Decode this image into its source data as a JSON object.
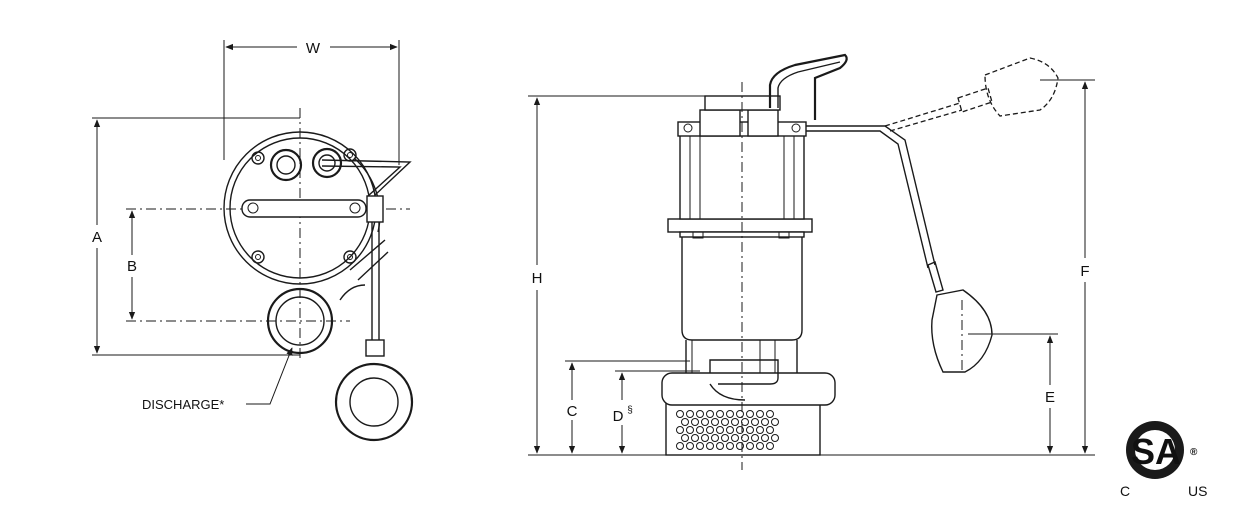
{
  "labels": {
    "w": "W",
    "a": "A",
    "b": "B",
    "discharge": "DISCHARGE*",
    "h": "H",
    "c": "C",
    "d": "D",
    "d_sup": "§",
    "f": "F",
    "e": "E"
  },
  "certification": {
    "mark": "SA",
    "left": "C",
    "right": "US",
    "registered": "®"
  }
}
